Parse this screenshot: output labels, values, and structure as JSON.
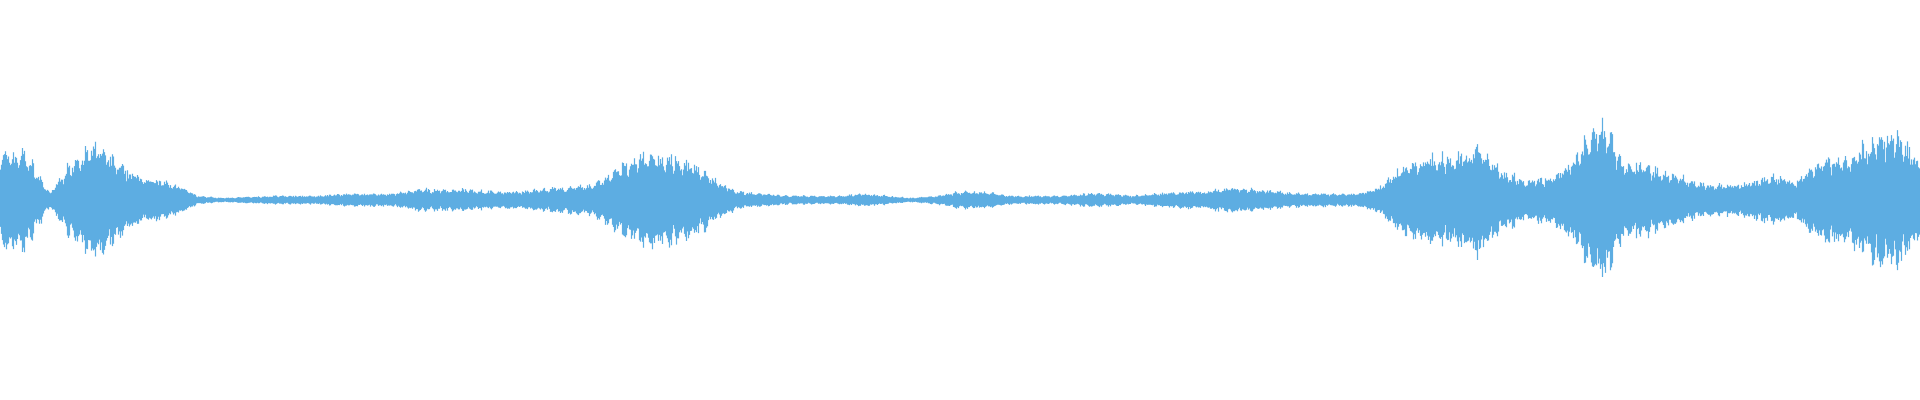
{
  "waveform": {
    "color": "#5DADE2",
    "background": "#FFFFFF",
    "amplitude_envelope": [
      0.22,
      0.23,
      0.03,
      0.2,
      0.26,
      0.15,
      0.1,
      0.08,
      0.02,
      0.01,
      0.015,
      0.02,
      0.02,
      0.02,
      0.03,
      0.03,
      0.03,
      0.05,
      0.05,
      0.05,
      0.04,
      0.04,
      0.05,
      0.06,
      0.07,
      0.14,
      0.21,
      0.21,
      0.18,
      0.1,
      0.04,
      0.03,
      0.02,
      0.02,
      0.02,
      0.03,
      0.02,
      0.01,
      0.02,
      0.04,
      0.04,
      0.02,
      0.02,
      0.02,
      0.03,
      0.03,
      0.02,
      0.03,
      0.04,
      0.04,
      0.06,
      0.05,
      0.04,
      0.03,
      0.03,
      0.03,
      0.06,
      0.16,
      0.2,
      0.2,
      0.25,
      0.14,
      0.09,
      0.11,
      0.2,
      0.4,
      0.17,
      0.16,
      0.12,
      0.08,
      0.07,
      0.08,
      0.11,
      0.09,
      0.2,
      0.2,
      0.28,
      0.32,
      0.17
    ]
  }
}
